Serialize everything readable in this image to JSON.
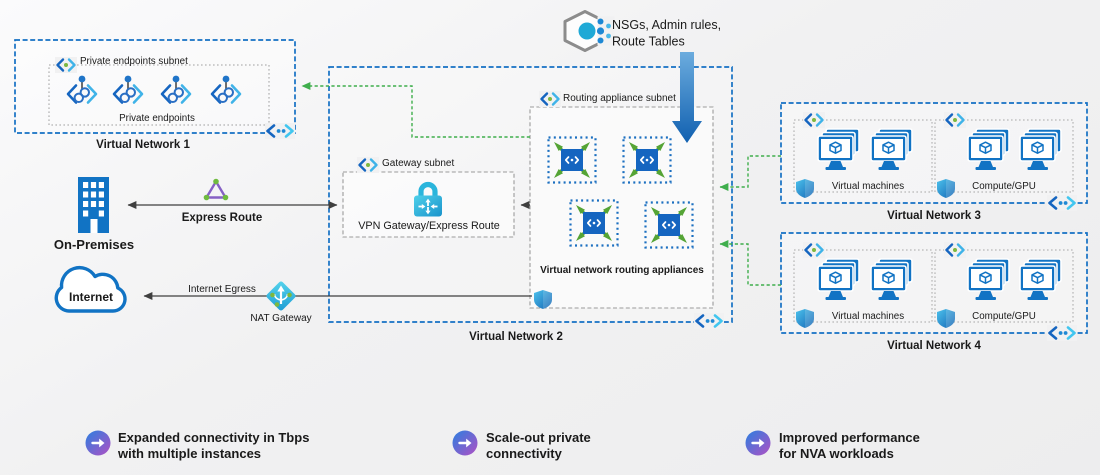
{
  "nsg_note": {
    "line1": "NSGs, Admin rules,",
    "line2": "Route Tables"
  },
  "vnet1": {
    "title": "Virtual Network 1",
    "subnet_label": "Private endpoints subnet",
    "endpoints_label": "Private endpoints"
  },
  "on_premises": {
    "label": "On-Premises"
  },
  "express_route": {
    "label": "Express Route"
  },
  "internet": {
    "label": "Internet"
  },
  "internet_egress": {
    "label": "Internet Egress"
  },
  "nat_gateway": {
    "label": "NAT Gateway"
  },
  "vnet2": {
    "title": "Virtual Network 2",
    "gateway_subnet": {
      "label": "Gateway subnet",
      "vpn_label": "VPN Gateway/Express Route"
    },
    "routing_subnet": {
      "label": "Routing appliance subnet",
      "caption": "Virtual network routing appliances"
    }
  },
  "vnet3": {
    "title": "Virtual Network 3",
    "vm_label": "Virtual machines",
    "gpu_label": "Compute/GPU"
  },
  "vnet4": {
    "title": "Virtual Network 4",
    "vm_label": "Virtual machines",
    "gpu_label": "Compute/GPU"
  },
  "bullets": [
    {
      "line1": "Expanded connectivity in Tbps",
      "line2": "with multiple instances"
    },
    {
      "line1": "Scale-out private",
      "line2": "connectivity"
    },
    {
      "line1": "Improved performance",
      "line2": "for NVA workloads"
    }
  ],
  "colors": {
    "vnet_border": "#1470c4",
    "subnet_border": "#a3a3a3",
    "peering_green": "#3fae4c",
    "line_black": "#3f3f3f",
    "azure_blue": "#1173c4",
    "cyan": "#2ab5dc"
  },
  "icons": [
    "nsg-hexagon-icon",
    "private-endpoint-icon",
    "subnet-icon",
    "virtual-network-icon",
    "building-icon",
    "express-route-icon",
    "cloud-icon",
    "nat-gateway-icon",
    "vpn-gateway-lock-icon",
    "routing-appliance-icon",
    "vm-cluster-icon",
    "shield-icon",
    "arrow-bullet-icon"
  ]
}
